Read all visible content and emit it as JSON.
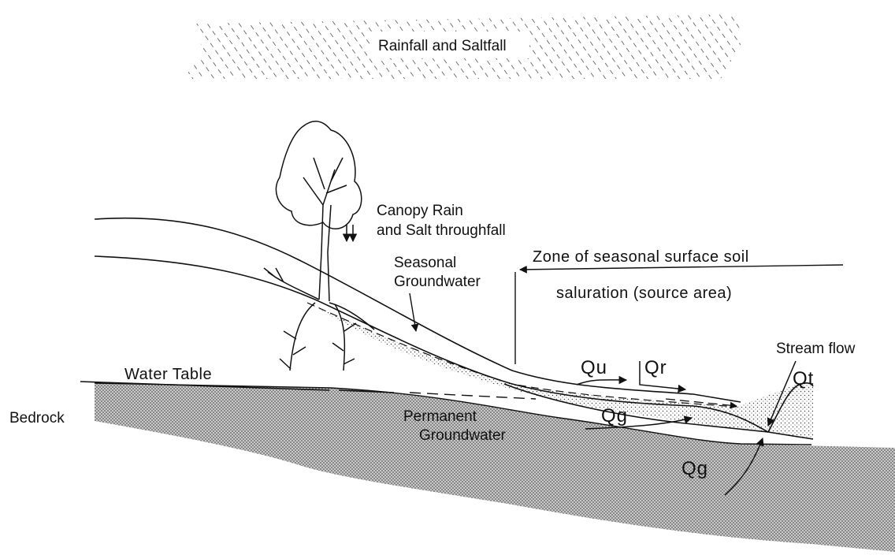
{
  "labels": {
    "rainfall": "Rainfall and Saltfall",
    "canopy_line1": "Canopy Rain",
    "canopy_line2": "and Salt throughfall",
    "seasonal_line1": "Seasonal",
    "seasonal_line2": "Groundwater",
    "zone_line1": "Zone of seasonal surface soil",
    "zone_line2": "saluration (source area)",
    "stream_flow": "Stream flow",
    "water_table": "Water Table",
    "bedrock": "Bedrock",
    "permanent_line1": "Permanent",
    "permanent_line2": "Groundwater",
    "qu": "Qu",
    "qr": "Qr",
    "qt": "Qt",
    "qg_left": "Qg",
    "qg_right": "Qg"
  }
}
